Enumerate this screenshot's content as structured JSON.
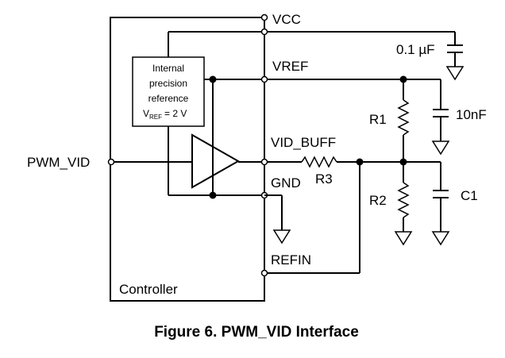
{
  "caption": "Figure 6. PWM_VID Interface",
  "controller_label": "Controller",
  "reference_box": {
    "line1": "Internal",
    "line2": "precision",
    "line3": "reference",
    "vref_sym": "V",
    "vref_sub": "REF",
    "vref_value": "= 2 V"
  },
  "pins": {
    "vcc": "VCC",
    "vref": "VREF",
    "vid_buff": "VID_BUFF",
    "gnd": "GND",
    "refin": "REFIN",
    "pwm_vid": "PWM_VID"
  },
  "components": {
    "cap_vcc": "0.1 µF",
    "cap_vref": "10nF",
    "r1": "R1",
    "r2": "R2",
    "r3": "R3",
    "c1": "C1"
  }
}
